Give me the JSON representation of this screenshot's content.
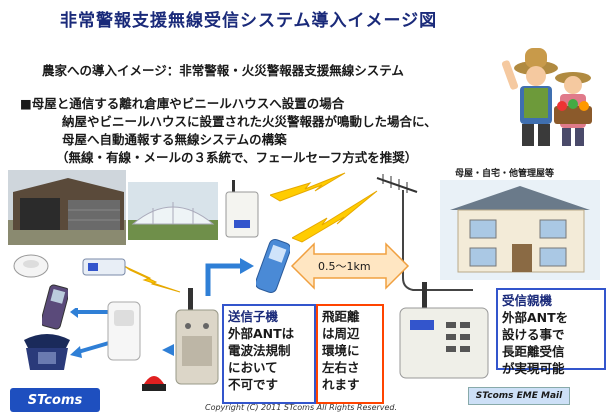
{
  "title": "非常警報支援無線受信システム導入イメージ図",
  "subtitle": "農家への導入イメージ：非常警報・火災警報器支援無線システム",
  "bullet": {
    "line1": "■母屋と通信する離れ倉庫やビニールハウスへ設置の場合",
    "line2": "納屋やビニールハウスに設置された火災警報器が鳴動した場合に、",
    "line3": "母屋へ自動通報する無線システムの構築",
    "line4": "（無線・有線・メールの３系統で、フェールセーフ方式を推奨）"
  },
  "house_label": "母屋・自宅・他管理屋等",
  "distance_label": "0.5～1km",
  "transmitter_box": {
    "title": "送信子機",
    "lines": [
      "外部ANTは",
      "電波法規制",
      "において",
      "不可です"
    ]
  },
  "distance_box": {
    "lines": [
      "飛距離",
      "は周辺",
      "環境に",
      "左右さ",
      "れます"
    ]
  },
  "receiver_box": {
    "title": "受信親機",
    "lines": [
      "外部ANTを",
      "設ける事で",
      "長距離受信",
      "が実現可能"
    ]
  },
  "brand_logo": "STcoms",
  "eme_label": "STcoms  EME Mail",
  "copyright": "Copyright (C) 2011 STcoms All Rights Reserved.",
  "colors": {
    "title": "#1a2a7a",
    "blue_box": "#3355cc",
    "red_box": "#ff4400",
    "lightning": "#ffcc00",
    "arrow": "#ffb347",
    "logo_bg": "#1e4fbf"
  },
  "icons": [
    "farmer-couple-icon",
    "barn-photo",
    "greenhouse-photo",
    "house-icon",
    "smoke-detector-icon",
    "cellphone-icon",
    "desk-phone-icon",
    "motion-sensor-icon",
    "red-beacon-icon",
    "transmitter-device-icon",
    "receiver-device-icon",
    "lightning-icon",
    "antenna-icon",
    "mobile-handset-icon"
  ]
}
